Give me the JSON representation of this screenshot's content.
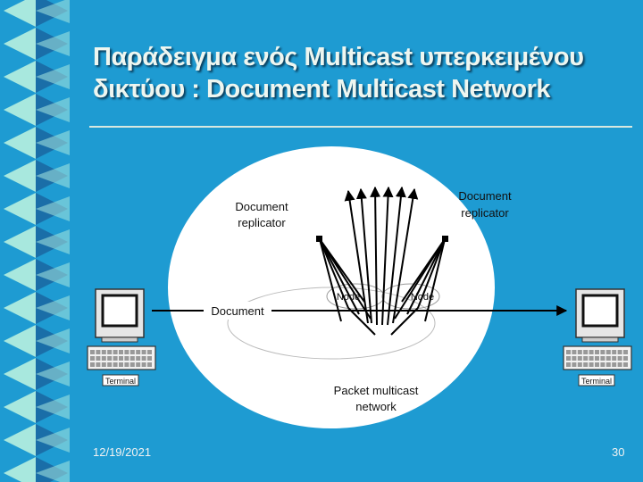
{
  "slide": {
    "title": "Παράδειγμα ενός Multicast υπερκειμένου δικτύου : Document Multicast Network",
    "footer_date": "12/19/2021",
    "page_number": "30"
  },
  "diagram": {
    "replicator_left_line1": "Document",
    "replicator_left_line2": "replicator",
    "replicator_right_line1": "Document",
    "replicator_right_line2": "replicator",
    "node_left": "Node",
    "node_right": "Node",
    "document_label": "Document",
    "network_line1": "Packet multicast",
    "network_line2": "network",
    "terminal_left": "Terminal",
    "terminal_right": "Terminal"
  },
  "colors": {
    "background": "#1e9bd2",
    "strip_light": "#a8e8de",
    "strip_dark": "#1a6ea8",
    "ellipse": "#ffffff"
  }
}
